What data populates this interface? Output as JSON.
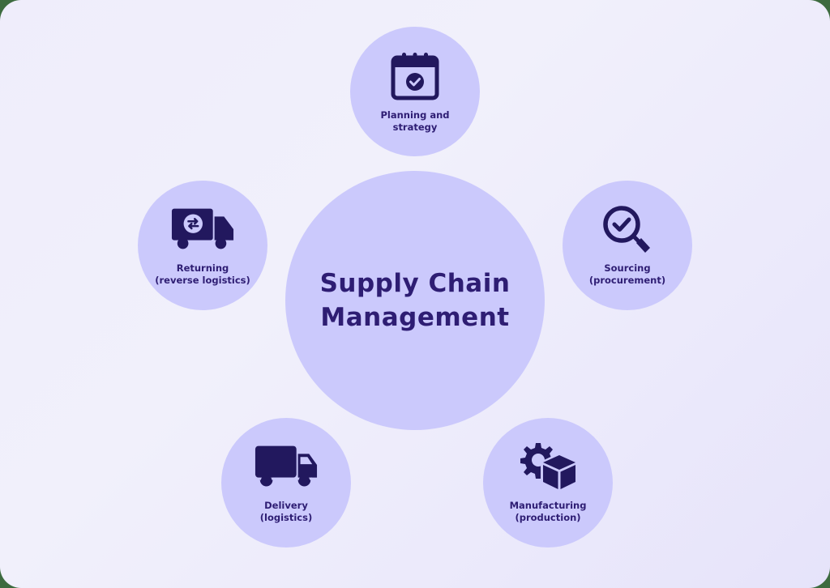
{
  "diagram": {
    "center": {
      "title_line1": "Supply Chain",
      "title_line2": "Management"
    },
    "nodes": [
      {
        "id": "planning",
        "icon": "calendar-check-icon",
        "line1": "Planning and",
        "line2": "strategy"
      },
      {
        "id": "sourcing",
        "icon": "magnifier-check-icon",
        "line1": "Sourcing",
        "line2": "(procurement)"
      },
      {
        "id": "manufacturing",
        "icon": "gear-box-icon",
        "line1": "Manufacturing",
        "line2": "(production)"
      },
      {
        "id": "delivery",
        "icon": "truck-icon",
        "line1": "Delivery",
        "line2": "(logistics)"
      },
      {
        "id": "returning",
        "icon": "truck-return-icon",
        "line1": "Returning",
        "line2": "(reverse logistics)"
      }
    ],
    "colors": {
      "background": "#efedfb",
      "circle": "#cbc9fc",
      "text": "#2e1d73",
      "icon": "#22185e"
    }
  }
}
